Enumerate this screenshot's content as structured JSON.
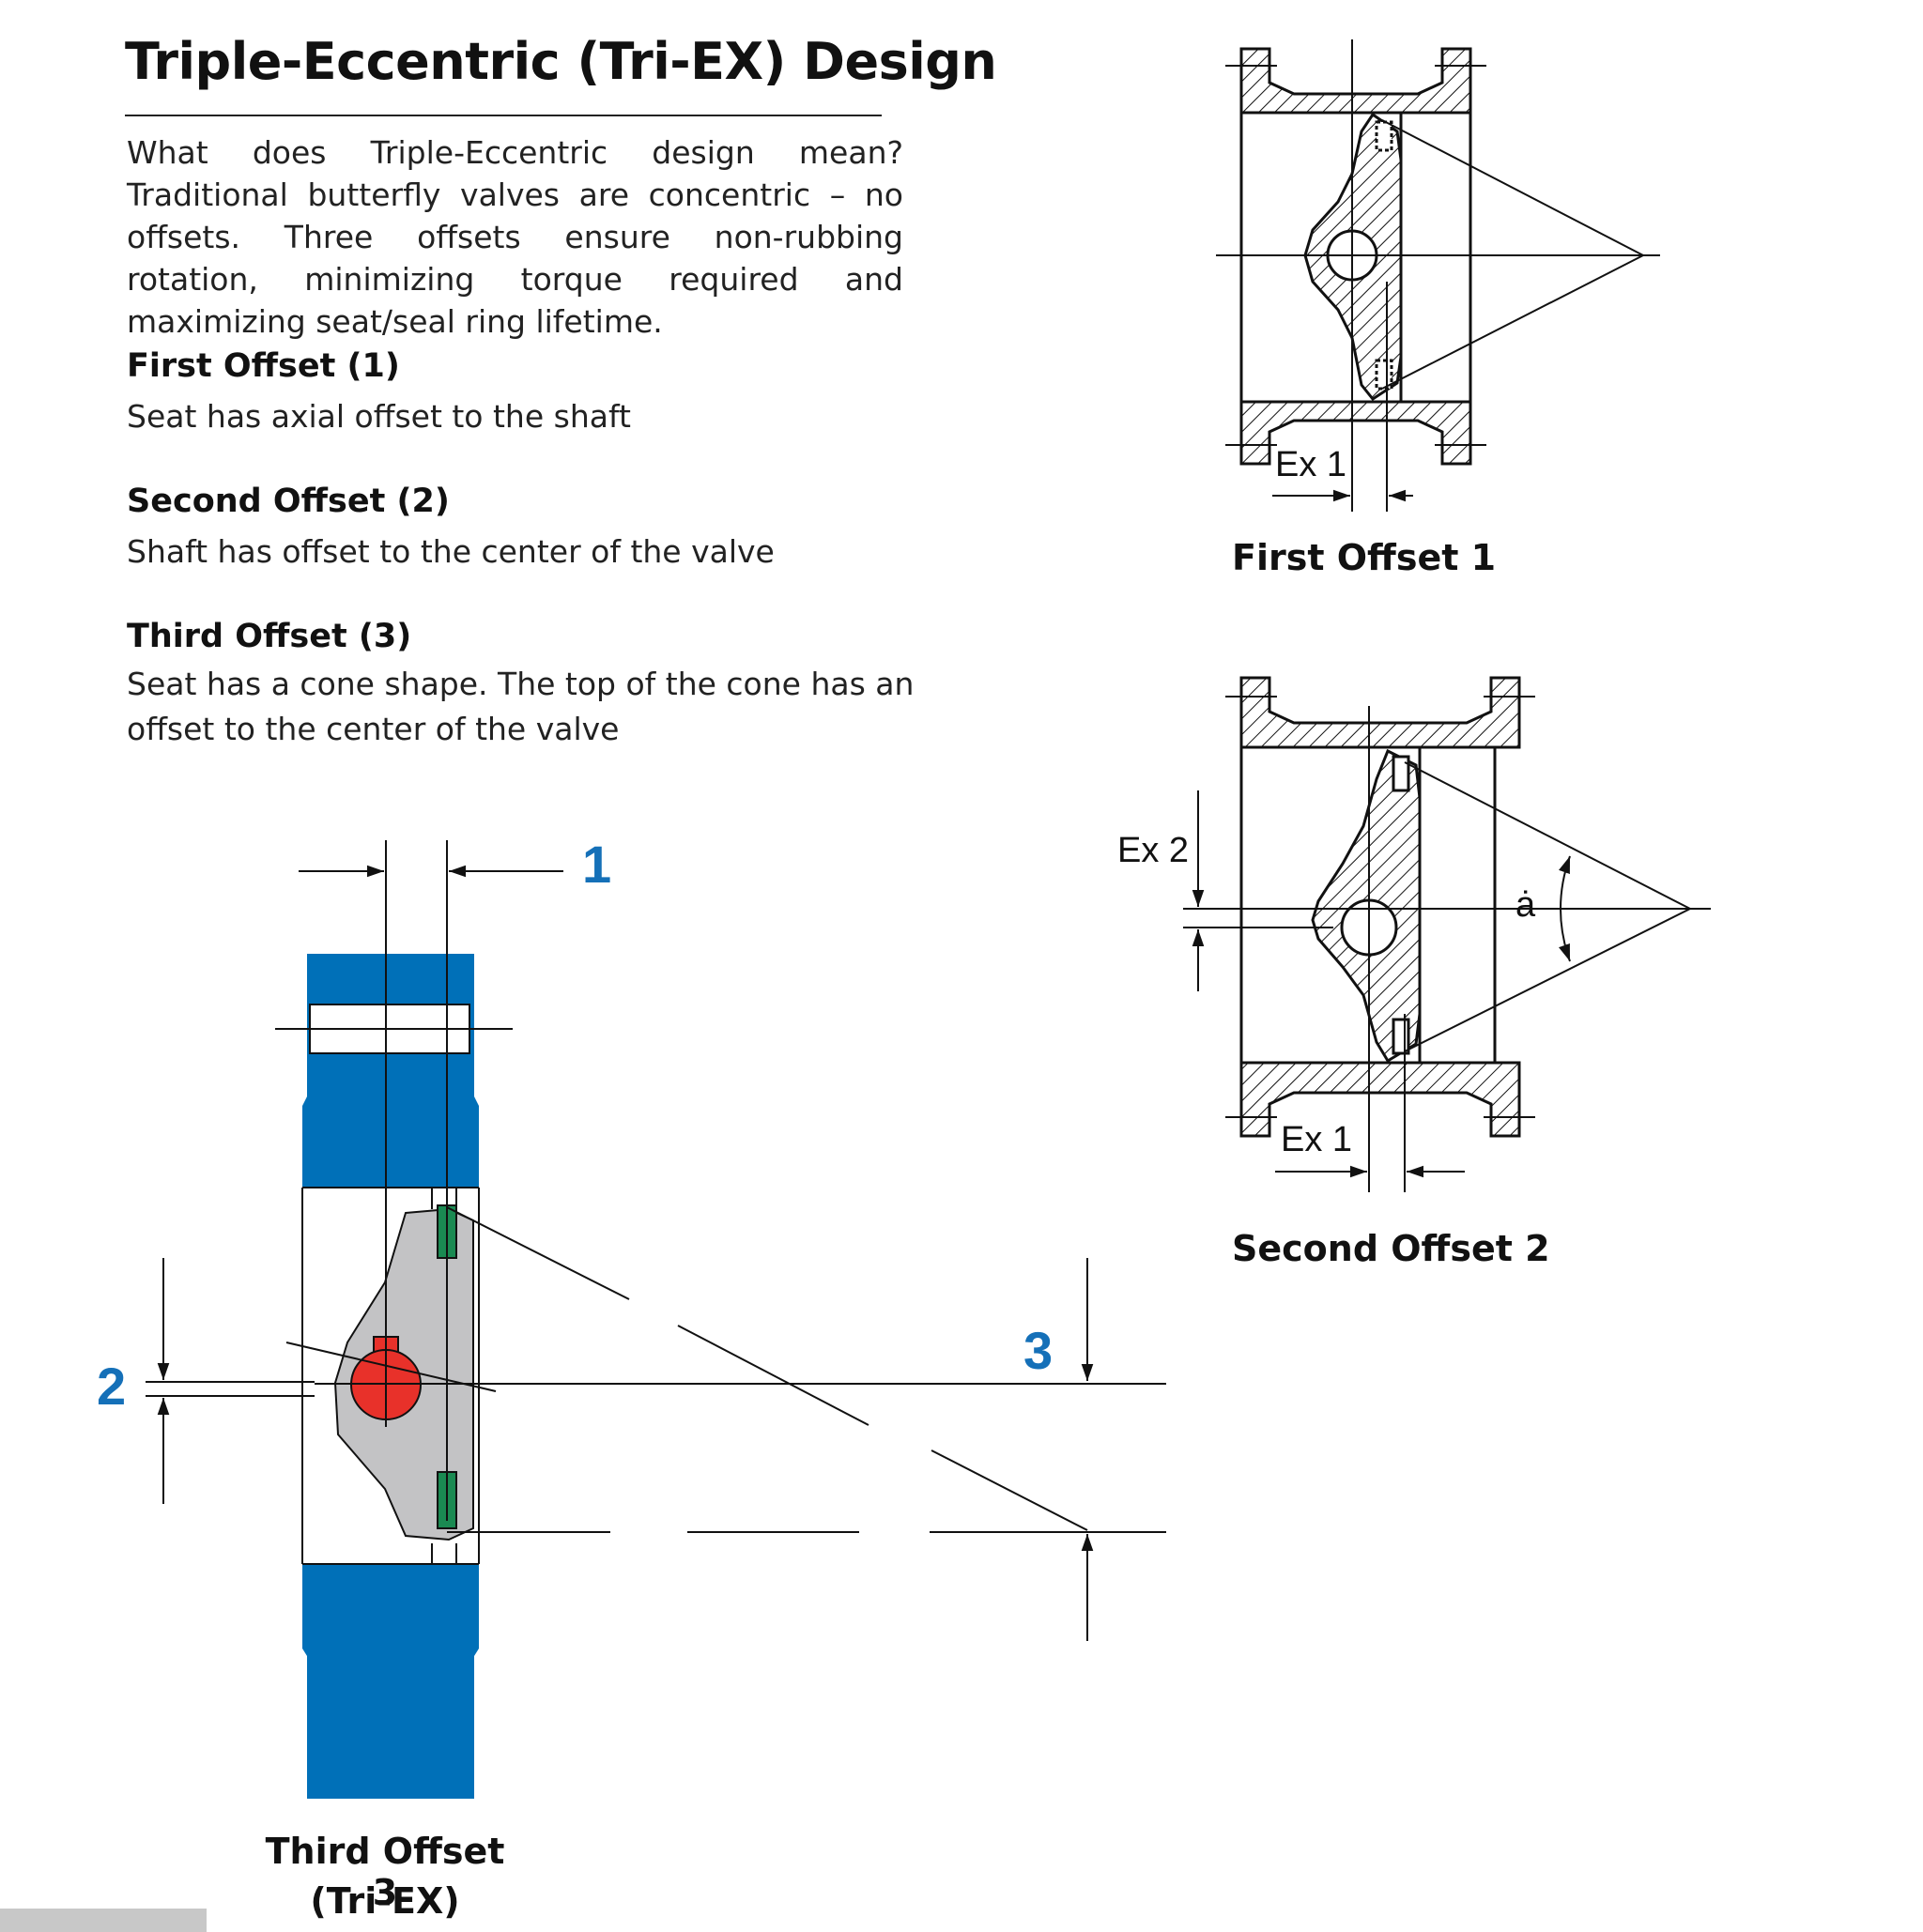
{
  "header": {
    "title": "Triple-Eccentric (Tri-EX) Design"
  },
  "intro": "What does Triple-Eccentric design mean? Traditional butterfly valves are concentric – no offsets.  Three offsets ensure non-rubbing rotation, minimizing torque required and maximizing seat/seal ring lifetime.",
  "offsets": [
    {
      "heading": "First Offset (1)",
      "text": "Seat has axial offset to the shaft"
    },
    {
      "heading": "Second Offset (2)",
      "text": "Shaft has offset to the center of the valve"
    },
    {
      "heading": "Third Offset (3)",
      "text_line1": "Seat has a cone shape. The top of the cone has an",
      "text_line2": "offset to the center of the valve"
    }
  ],
  "diagrams": {
    "first": {
      "caption": "First Offset 1",
      "ex1_label": "Ex 1"
    },
    "second": {
      "caption": "Second Offset 2",
      "ex2_label": "Ex 2",
      "ex1_label": "Ex 1",
      "angle_label": "ȧ"
    },
    "third": {
      "caption_line1": "Third Offset 3",
      "caption_line2": "(Tri-EX)",
      "marker1": "1",
      "marker2": "2",
      "marker3": "3"
    }
  },
  "colors": {
    "body_blue": "#0070b8",
    "marker_blue": "#1570b8",
    "shaft_red": "#e8312a",
    "seal_green": "#1a8a52",
    "disc_gray": "#c3c3c5"
  }
}
